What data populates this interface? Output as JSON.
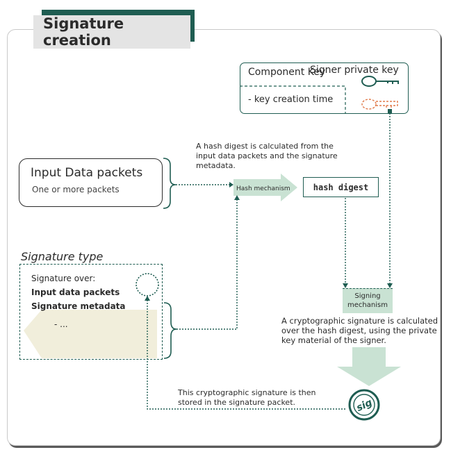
{
  "title": "Signature creation",
  "signer_key": {
    "label": "Signer private key",
    "component_key": "Component Key",
    "creation_time": "- key creation time"
  },
  "input_data": {
    "title": "Input Data packets",
    "subtitle": "One or more packets"
  },
  "hash": {
    "note": [
      "A hash digest is calculated from the",
      "input data packets and the signature",
      "metadata."
    ],
    "mechanism": "Hash mechanism",
    "digest": "hash digest"
  },
  "signature_type": {
    "label": "Signature type",
    "over": "Signature over:",
    "item1": "Input data packets",
    "item2": "Signature metadata",
    "more": "- ..."
  },
  "signing": {
    "line1": "Signing",
    "line2": "mechanism",
    "note": [
      "A cryptographic signature is calculated",
      "over the hash digest, using the private",
      "key material of the signer."
    ]
  },
  "store_note": [
    "This cryptographic signature is then",
    "stored in the signature packet."
  ],
  "sig_badge": "sig",
  "colors": {
    "accent": "#1f5d52",
    "mint": "#c9e2d3",
    "beige": "#f1eedb",
    "orange": "#e07a4a"
  }
}
